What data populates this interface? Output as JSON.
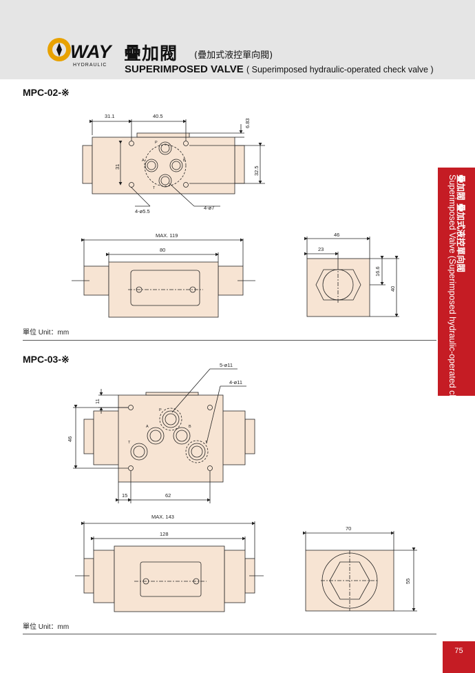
{
  "header": {
    "logo_text": "WAY",
    "logo_sub": "HYDRAULIC",
    "title_cn": "疊加閥",
    "title_cn_sub": "(疊加式液控單向閥)",
    "title_en": "SUPERIMPOSED VALVE",
    "title_en_sub": "( Superimposed hydraulic-operated check valve )"
  },
  "side_tab": {
    "line1_cn": "疊加閥  疊加式液控單向閥",
    "line2_en": "Superimposed Valve (Superimposed hydraulic-operated check valve)"
  },
  "sections": [
    {
      "model": "MPC-02-※",
      "unit": "單位 Unit：mm",
      "dims": {
        "d1": "31.1",
        "d2": "40.5",
        "d3": "6.83",
        "d4": "31",
        "d5": "32.5",
        "holes_small": "4-ø5.5",
        "holes_big": "4-ø7",
        "max_len": "MAX. 119",
        "len": "80",
        "side_w": "46",
        "side_a": "23",
        "side_b": "16.6",
        "side_h": "40"
      },
      "ports": [
        "P",
        "A",
        "B",
        "T"
      ]
    },
    {
      "model": "MPC-03-※",
      "unit": "單位 Unit：mm",
      "dims": {
        "holes_big": "5-ø11",
        "holes_small": "4-ø11",
        "d_top": "11",
        "d_h": "46",
        "d_l1": "15",
        "d_l2": "62",
        "max_len": "MAX. 143",
        "len": "128",
        "side_w": "70",
        "side_h": "55"
      },
      "ports": [
        "P",
        "A",
        "B",
        "T",
        "T"
      ]
    }
  ],
  "page_number": "75",
  "colors": {
    "body_fill": "#f7e4d3",
    "accent": "#c51c24",
    "logo": "#e8a200"
  }
}
